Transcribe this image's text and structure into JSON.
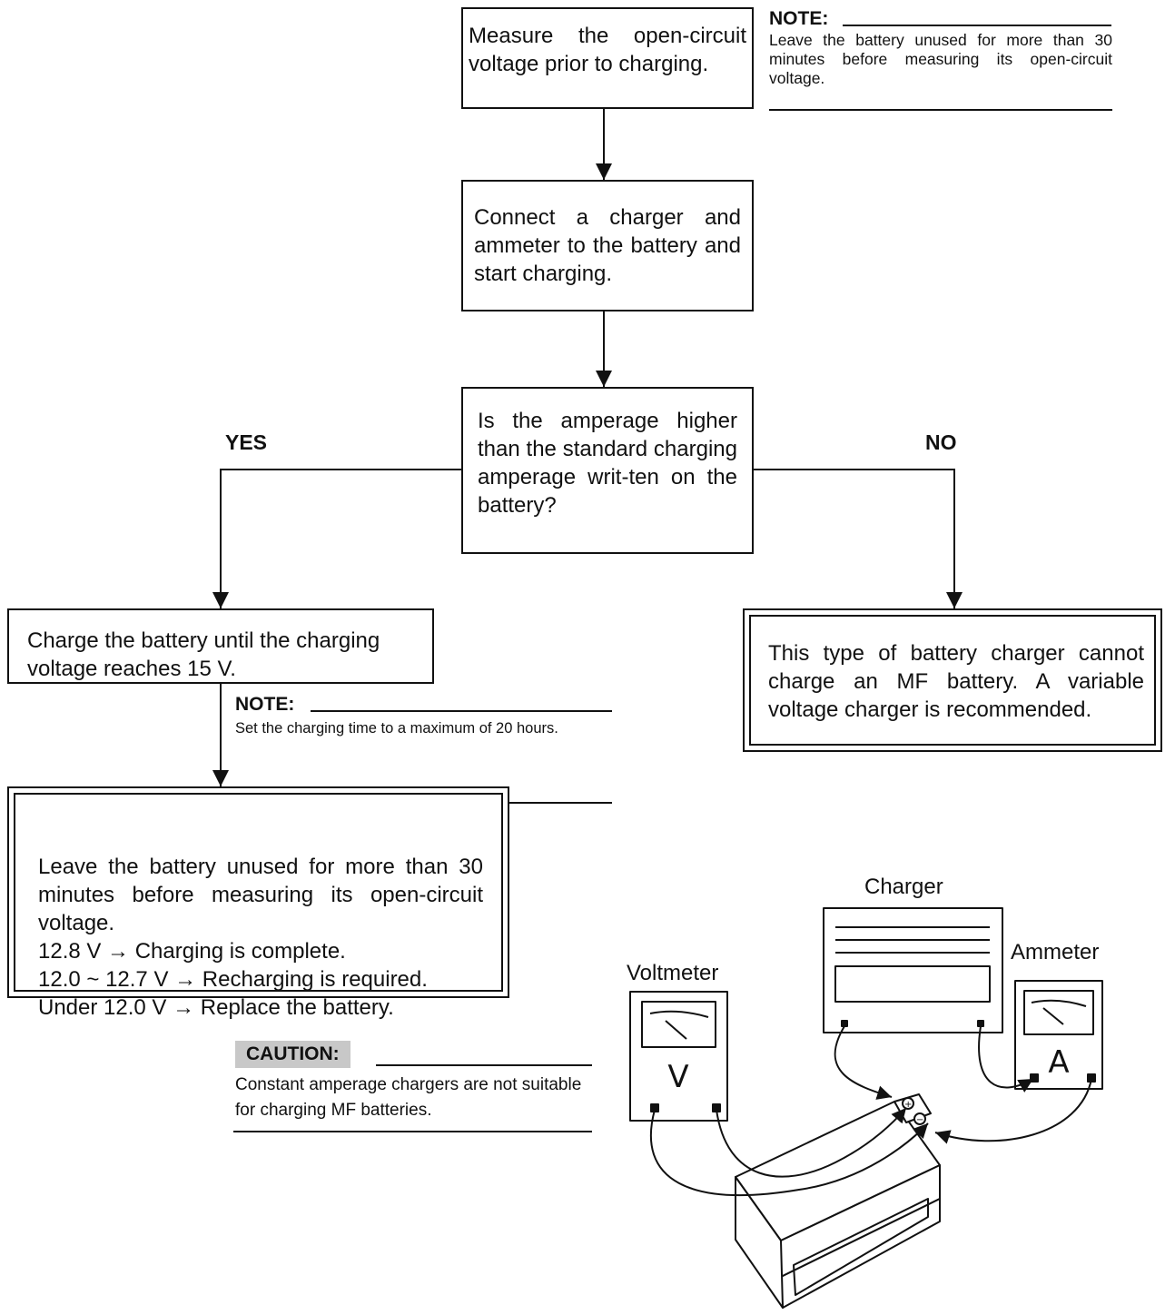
{
  "flow": {
    "step1": "Measure the open-circuit voltage prior to charging.",
    "step2": "Connect a charger and ammeter to the battery and start charging.",
    "question": "Is the amperage higher than the standard charging amperage writ-ten on the battery?",
    "yes_label": "YES",
    "no_label": "NO",
    "yes_action": "Charge the battery until the charging voltage reaches 15 V.",
    "no_result": "This type of battery charger cannot charge an MF battery. A variable voltage charger is recommended.",
    "final_check": {
      "intro": "Leave the battery unused for more than 30 minutes before measuring its open-circuit voltage.",
      "line1": "12.8 V → Charging is complete.",
      "line2": "12.0 ~ 12.7 V → Recharging is required.",
      "line3": "Under 12.0 V → Replace the battery."
    }
  },
  "notes": {
    "top": {
      "heading": "NOTE:",
      "text": "Leave the battery unused for more than 30 minutes before measuring its open-circuit voltage."
    },
    "middle": {
      "heading": "NOTE:",
      "text": "Set the charging time to a maximum of 20 hours."
    },
    "caution": {
      "heading": "CAUTION:",
      "text": "Constant amperage chargers are not suitable for charging MF batteries."
    }
  },
  "illustration": {
    "charger_label": "Charger",
    "voltmeter_label": "Voltmeter",
    "ammeter_label": "Ammeter",
    "voltmeter_symbol": "V",
    "ammeter_symbol": "A"
  }
}
